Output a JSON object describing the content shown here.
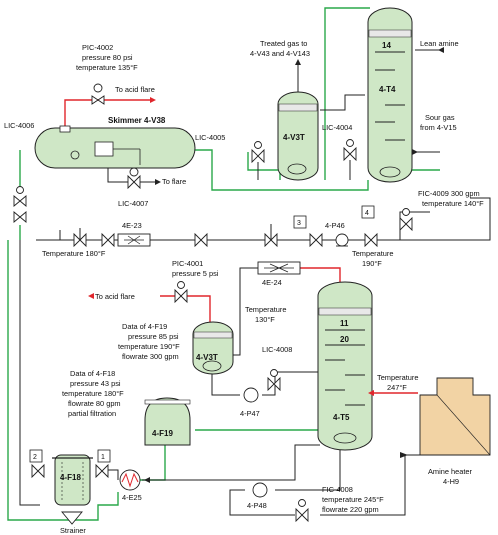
{
  "colors": {
    "vessel_fill": "#cfe7c6",
    "green_line": "#2aa84a",
    "red_line": "#e0262c",
    "heater_fill": "#f2d3a4"
  },
  "top": {
    "pic4002": [
      "PIC-4002",
      "pressure 80 psi",
      "temperature 135°F"
    ],
    "acid_flare_1": "To acid flare",
    "skimmer": "Skimmer 4-V38",
    "lic4006": "LIC-4006",
    "lic4005": "LIC-4005",
    "lic4007": "LIC-4007",
    "to_flare": "To flare",
    "treated_gas": [
      "Treated gas to",
      "4-V43 and 4-V143"
    ],
    "v3t_top": "4-V3T",
    "lic4004": "LIC-4004",
    "lean_amine": "Lean amine",
    "t4_tray": "14",
    "t4_name": "4-T4",
    "sour_gas": [
      "Sour gas",
      "from 4-V15"
    ]
  },
  "middle": {
    "fic4009": [
      "FIC-4009 300 gpm",
      "temperature 140°F"
    ],
    "inst_4": "4",
    "inst_3": "3",
    "p46": "4-P46",
    "e23": "4E-23",
    "temp180": "Temperature 180°F",
    "temp190": [
      "Temperature",
      "190°F"
    ],
    "pic4001": [
      "PIC-4001",
      "pressure 5 psi"
    ],
    "e24": "4E-24",
    "acid_flare_2": "To acid flare",
    "temp130": [
      "Temperature",
      "130°F"
    ]
  },
  "lower": {
    "f19_data": [
      "Data of 4-F19",
      "pressure 85 psi",
      "temperature 190°F",
      "flowrate 300 gpm"
    ],
    "v3t_low": "4-V3T",
    "lic4008": "LIC-4008",
    "t5_tray_11": "11",
    "t5_tray_20": "20",
    "t5_name": "4-T5",
    "p47": "4-P47",
    "f18_data": [
      "Data of 4-F18",
      "pressure 43 psi",
      "temperature 180°F",
      "flowrate 80 gpm",
      "partial filtration"
    ],
    "f19": "4-F19",
    "temp247": [
      "Temperature",
      "247°F"
    ],
    "f18": "4-F18",
    "inst_2": "2",
    "inst_1": "1",
    "e25": "4-E25",
    "strainer": "Strainer",
    "p48": "4-P48",
    "fic4008": [
      "FIC-4008",
      "temperature 245°F",
      "flowrate 220 gpm"
    ],
    "heater": [
      "Amine heater",
      "4-H9"
    ]
  }
}
